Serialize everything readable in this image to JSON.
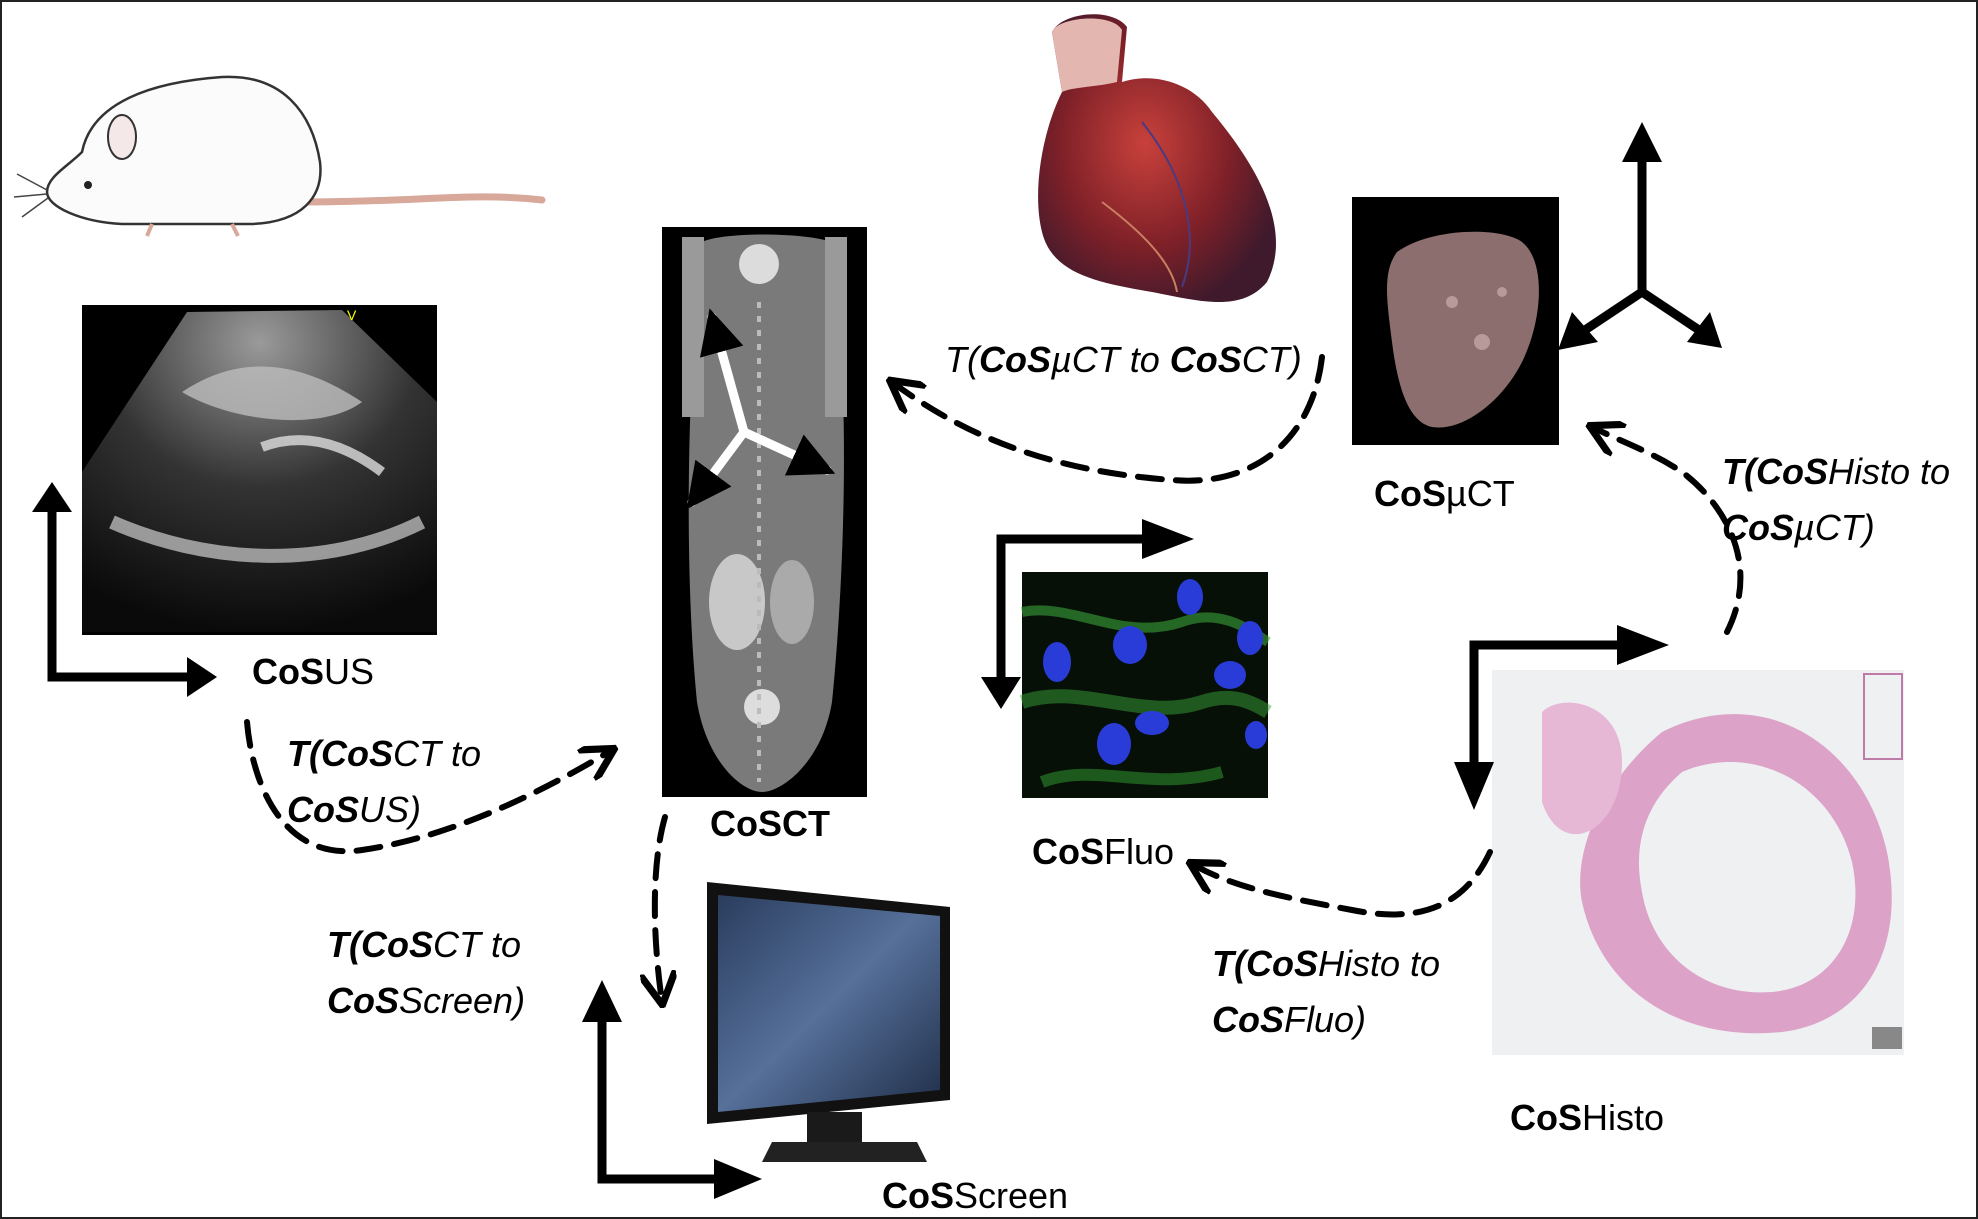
{
  "labels": {
    "us": {
      "bold": "CoS",
      "rest": "US"
    },
    "ct": {
      "bold": "CoS",
      "rest": "CT"
    },
    "uct": {
      "bold": "CoS",
      "rest": "µCT"
    },
    "fluo": {
      "bold": "CoS",
      "rest": "Fluo"
    },
    "histo": {
      "bold": "CoS",
      "rest": "Histo"
    },
    "screen": {
      "bold": "CoS",
      "rest": "Screen"
    }
  },
  "transforms": {
    "ct_to_us": {
      "l1a": "T(",
      "l1b": "CoS",
      "l1c": "CT to",
      "l2a": "CoS",
      "l2b": "US)"
    },
    "uct_to_ct": {
      "a": "T(",
      "b": "CoS",
      "c": "µCT to ",
      "d": "CoS",
      "e": "CT)"
    },
    "histo_to_uct": {
      "l1a": "T(",
      "l1b": "CoS",
      "l1c": "Histo to",
      "l2a": "CoS",
      "l2b": "µCT)"
    },
    "ct_to_screen": {
      "l1a": "T(",
      "l1b": "CoS",
      "l1c": "CT to",
      "l2a": "CoS",
      "l2b": "Screen)"
    },
    "histo_to_fluo": {
      "l1a": "T(",
      "l1b": "CoS",
      "l1c": "Histo to",
      "l2a": "CoS",
      "l2b": "Fluo)"
    }
  }
}
